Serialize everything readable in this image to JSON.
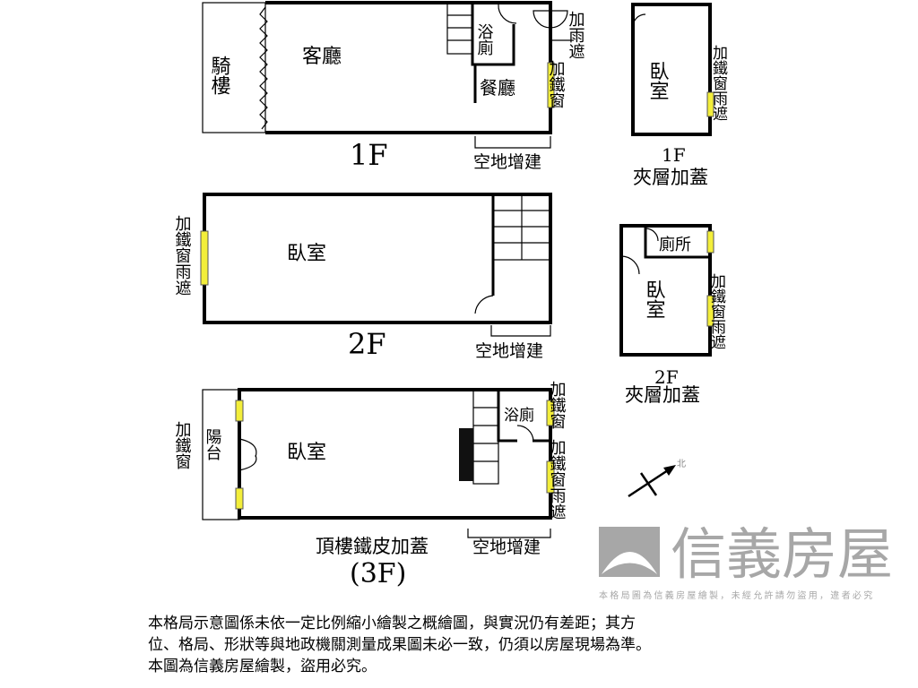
{
  "floors": {
    "f1": {
      "arcade": "騎樓",
      "living": "客廳",
      "bath": "浴廁",
      "dining": "餐廳",
      "awning": "加雨遮",
      "iron_window": "加鐵窗",
      "name": "1F",
      "extension": "空地增建"
    },
    "f1_mezz": {
      "bedroom": "臥室",
      "iron_window_awning": "加鐵窗雨遮",
      "name": "1F",
      "subtitle": "夾層加蓋"
    },
    "f2": {
      "bedroom": "臥室",
      "iron_window_awning": "加鐵窗雨遮",
      "name": "2F",
      "extension": "空地增建"
    },
    "f2_mezz": {
      "toilet": "廁所",
      "bedroom": "臥室",
      "iron_window_awning": "加鐵窗雨遮",
      "name": "2F",
      "subtitle": "夾層加蓋"
    },
    "f3": {
      "balcony": "陽台",
      "iron_window_left": "加鐵窗",
      "bedroom": "臥室",
      "bath": "浴廁",
      "iron_window_right": "加鐵窗",
      "iron_window_awning": "加鐵窗雨遮",
      "name": "頂樓鐵皮加蓋",
      "floor_code": "(3F)",
      "extension": "空地增建"
    }
  },
  "compass": {
    "north": "北"
  },
  "watermark": {
    "brand": "信義房屋",
    "notice": "本格局圖為信義房屋繪製，未經允許請勿盜用，違者必究"
  },
  "notes": [
    "本格局示意圖係未依一定比例縮小繪製之概繪圖，與實況仍有差距；其方",
    "位、格局、形狀等與地政機關測量成果圖未必一致，仍須以房屋現場為準。",
    "本圖為信義房屋繪製，盜用必究。"
  ],
  "colors": {
    "window": "#f3ee3a",
    "watermark": "#8a8a8a"
  }
}
